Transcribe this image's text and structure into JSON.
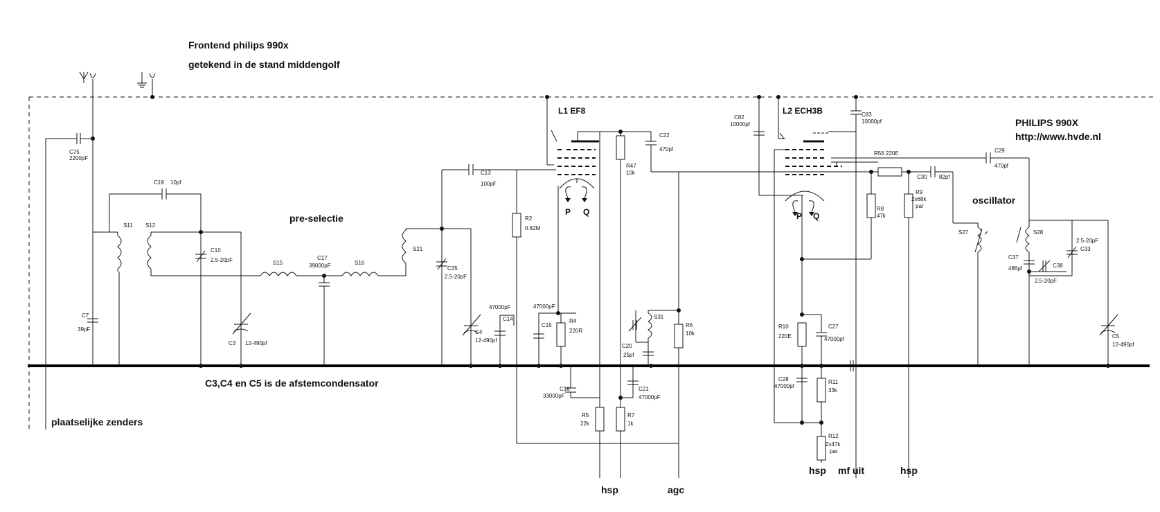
{
  "header": {
    "title": "Frontend philips 990x",
    "subtitle": "getekend in de stand middengolf"
  },
  "brand": {
    "name": "PHILIPS 990X",
    "url": "http://www.hvde.nl"
  },
  "notes": {
    "tuning": "C3,C4 en C5 is de afstemcondensator",
    "local": "plaatselijke zenders",
    "preselect": "pre-selectie",
    "osc": "oscillator"
  },
  "tubes": {
    "l1": "L1   EF8",
    "l2": "L2   ECH3B",
    "p1": "P",
    "q1": "Q",
    "p2": "P",
    "q2": "Q"
  },
  "outputs": {
    "hsp1": "hsp",
    "agc": "agc",
    "hsp2": "hsp",
    "mf": "mf uit",
    "hsp3": "hsp"
  },
  "components": {
    "C75": "C75",
    "C75v": "2200pF",
    "C19": "C19",
    "C19v": "10pf",
    "S11": "S11",
    "S12": "S12",
    "C10": "C10",
    "C10v": "2.5-20pF",
    "S15": "S15",
    "C17": "C17",
    "C17v": "39000pF",
    "S16": "S16",
    "S21": "S21",
    "C7": "C7",
    "C7v": "39pF",
    "C3": "C3",
    "C3v": "12-490pf",
    "C13": "C13",
    "C13v": "100pF",
    "C25": "C25",
    "C25v": "2.5-20pF",
    "C4": "C4",
    "C4v": "12-490pf",
    "C14": "C14",
    "C14v": "47000pF",
    "R2": "R2",
    "R2v": "0.82M",
    "C15": "C15",
    "C15v": "47000pF",
    "R4": "R4",
    "R4v": "220R",
    "C16": "C16",
    "C16v": "33000pF",
    "R5": "R5",
    "R5v": "22k",
    "R47": "R47",
    "R47v": "10k",
    "C22": "C22",
    "C22v": "470pf",
    "S31": "S31",
    "C20": "C20",
    "C20v": "25pf",
    "C21": "C21",
    "C21v": "47000pF",
    "R7": "R7",
    "R7v": "1k",
    "R6": "R6",
    "R6v": "10k",
    "C82": "C82",
    "C82v": "10000pf",
    "C83": "C83",
    "C83v": "10000pf",
    "R56": "R56  220E",
    "C30": "C30",
    "C30v": "82pf",
    "R9": "R9",
    "R9v": "2x68k",
    "R9v2": "par",
    "R8": "R8",
    "R8v": "47k",
    "C29": "C29",
    "C29v": "470pf",
    "S27": "S27",
    "S28": "S28",
    "C37": "C37",
    "C37v": "486pf",
    "C38": "C38",
    "C38v": "2.5-20pF",
    "C33": "C33",
    "C33v": "2.5-20pF",
    "R10": "R10",
    "R10v": "220E",
    "C27": "C27",
    "C27v": "47000pf",
    "C28": "C28",
    "C28v": "47000pf",
    "R11": "R11",
    "R11v": "33k",
    "R12": "R12",
    "R12v": "2x47k",
    "R12v2": "par",
    "C5": "C5",
    "C5v": "12-490pf"
  }
}
